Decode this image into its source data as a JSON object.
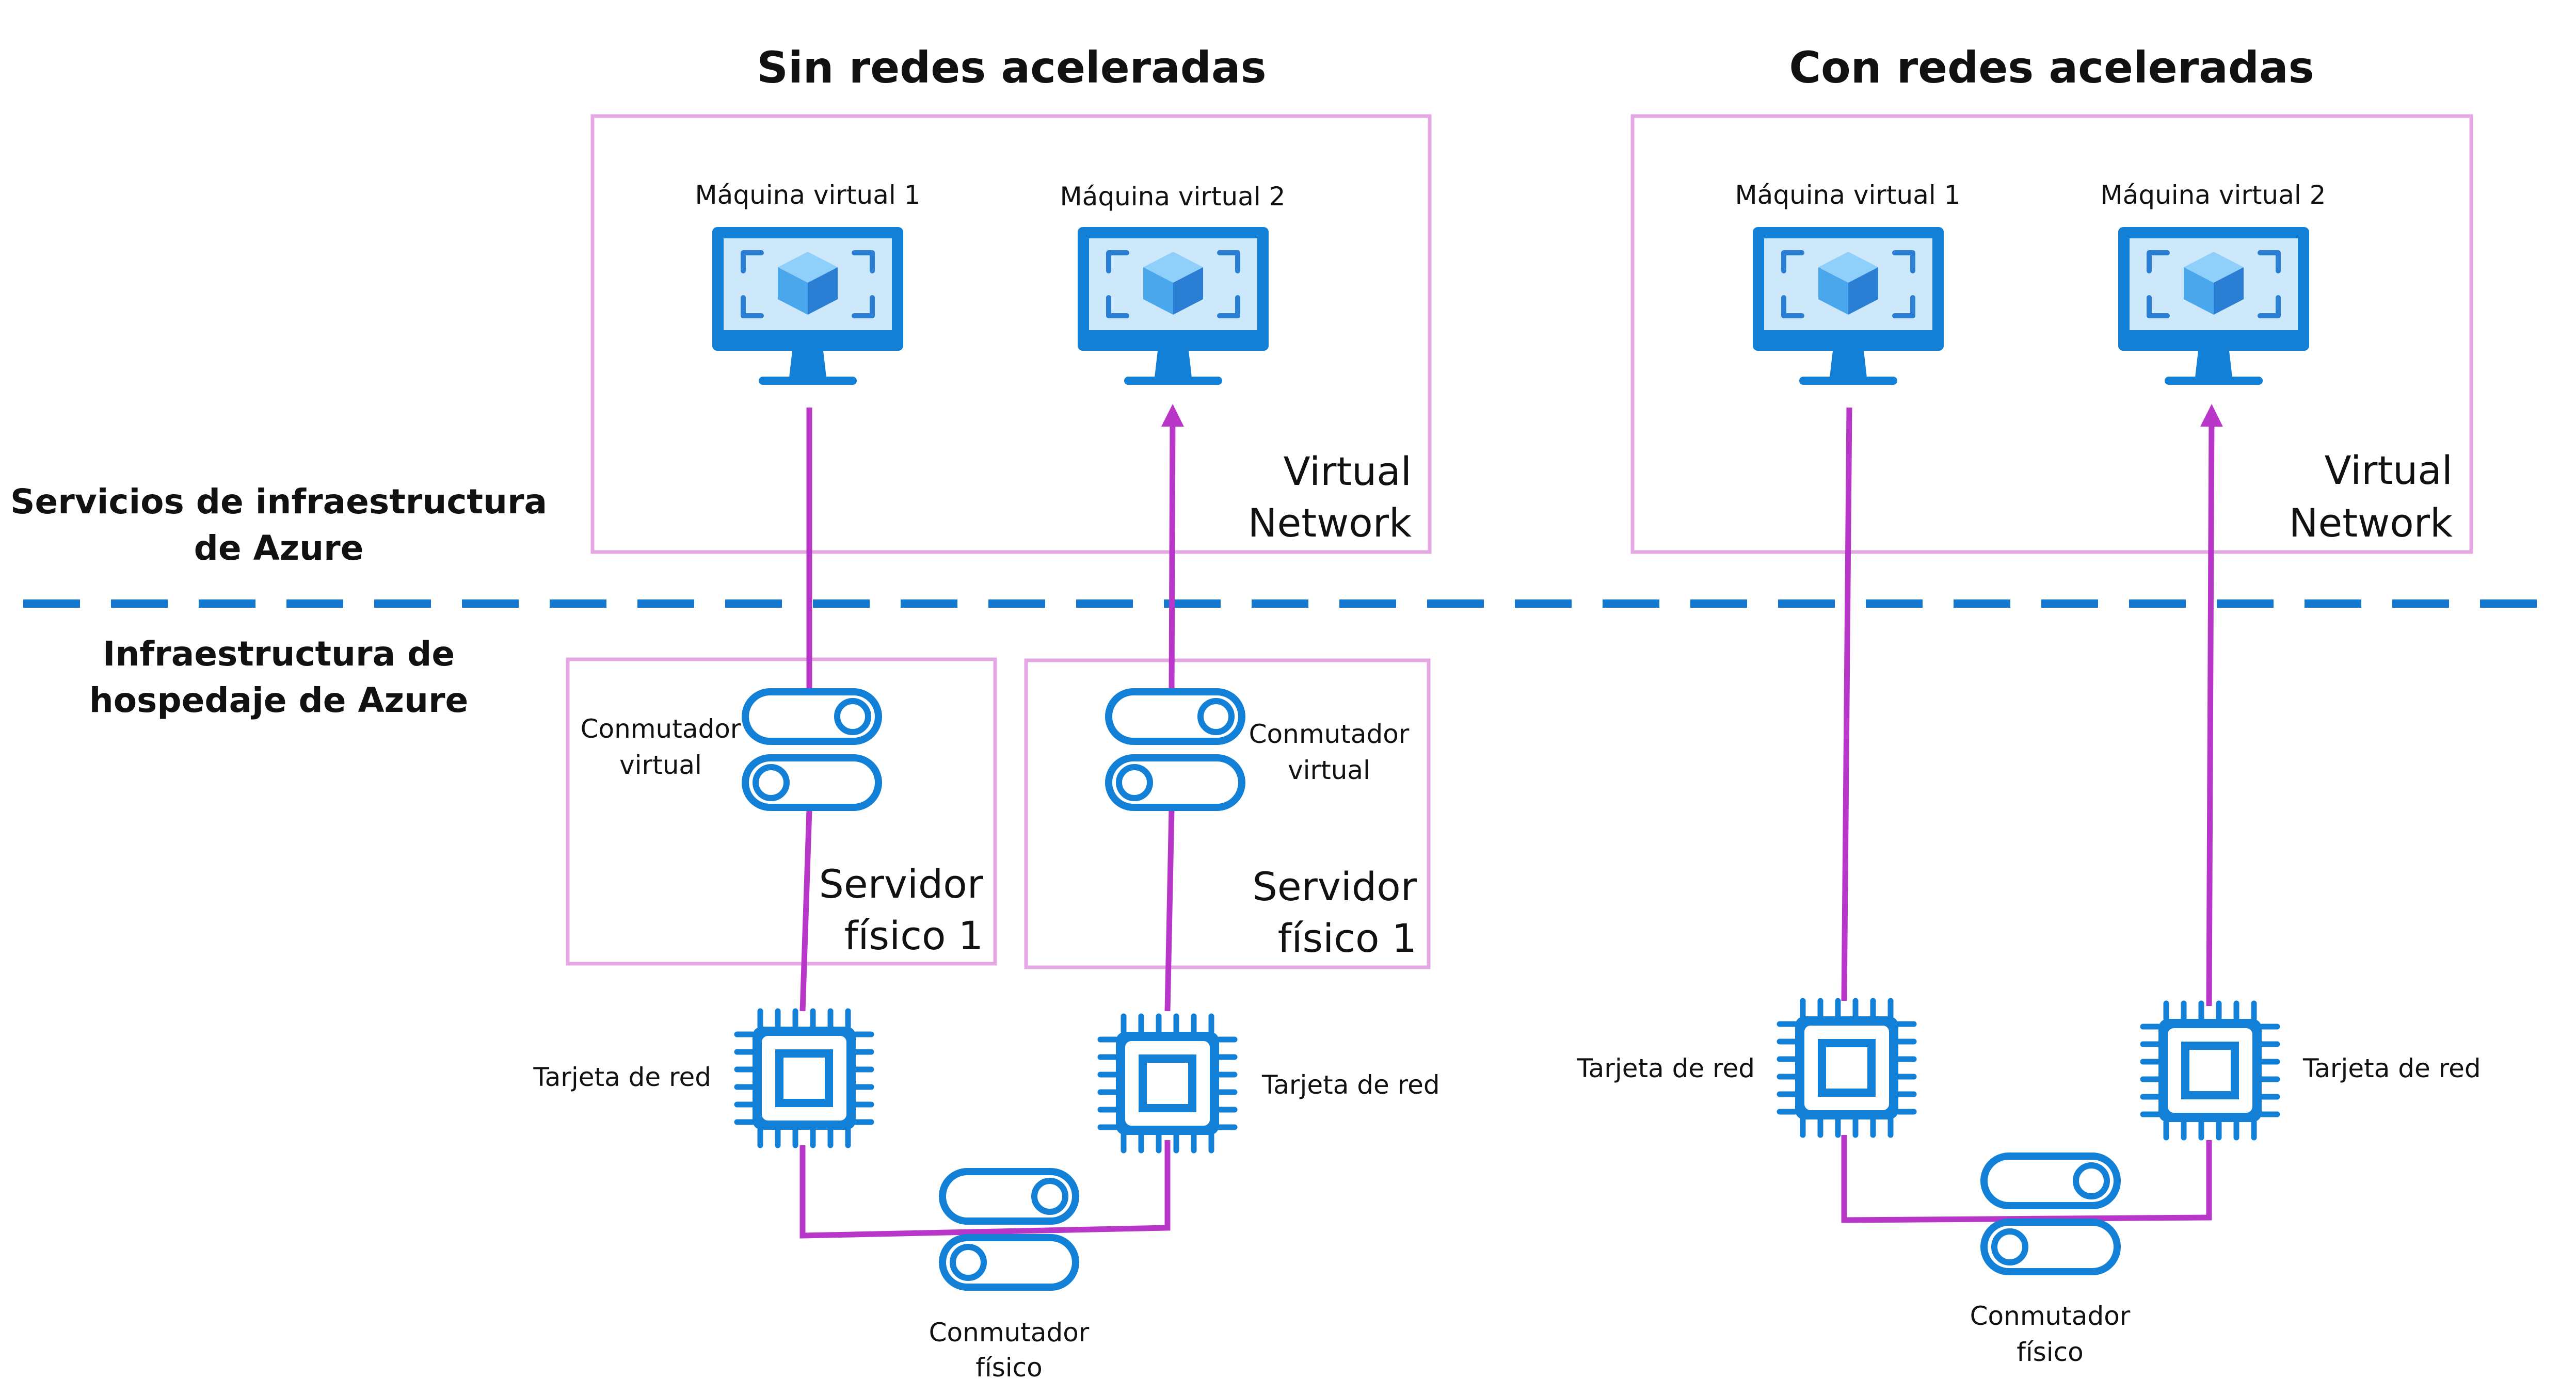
{
  "titles": {
    "left": "Sin redes aceleradas",
    "right": "Con redes aceleradas"
  },
  "sections": {
    "top": [
      "Servicios de infraestructura",
      "de Azure"
    ],
    "bottom": [
      "Infraestructura de",
      "hospedaje de Azure"
    ]
  },
  "left_panel": {
    "vm1": "Máquina virtual 1",
    "vm2": "Máquina virtual 2",
    "vnet": [
      "Virtual",
      "Network"
    ],
    "server1": {
      "switch_label": [
        "Conmutador",
        "virtual"
      ],
      "name": [
        "Servidor",
        "físico 1"
      ]
    },
    "server2": {
      "switch_label": [
        "Conmutador",
        "virtual"
      ],
      "name": [
        "Servidor",
        "físico 1"
      ]
    },
    "nic1": "Tarjeta de red",
    "nic2": "Tarjeta de red",
    "physical_switch": [
      "Conmutador",
      "físico"
    ]
  },
  "right_panel": {
    "vm1": "Máquina virtual 1",
    "vm2": "Máquina virtual 2",
    "vnet": [
      "Virtual",
      "Network"
    ],
    "nic1": "Tarjeta de red",
    "nic2": "Tarjeta de red",
    "physical_switch": [
      "Conmutador",
      "físico"
    ]
  },
  "colors": {
    "box_border": "#e4a8e4",
    "connector": "#b937c8",
    "divider": "#1379d0",
    "icon_blue": "#1280d6",
    "icon_dark": "#0a63b8",
    "screen_light": "#cde7fb",
    "cube_light": "#5fb6f3",
    "cube_dark": "#2a7fd4"
  }
}
